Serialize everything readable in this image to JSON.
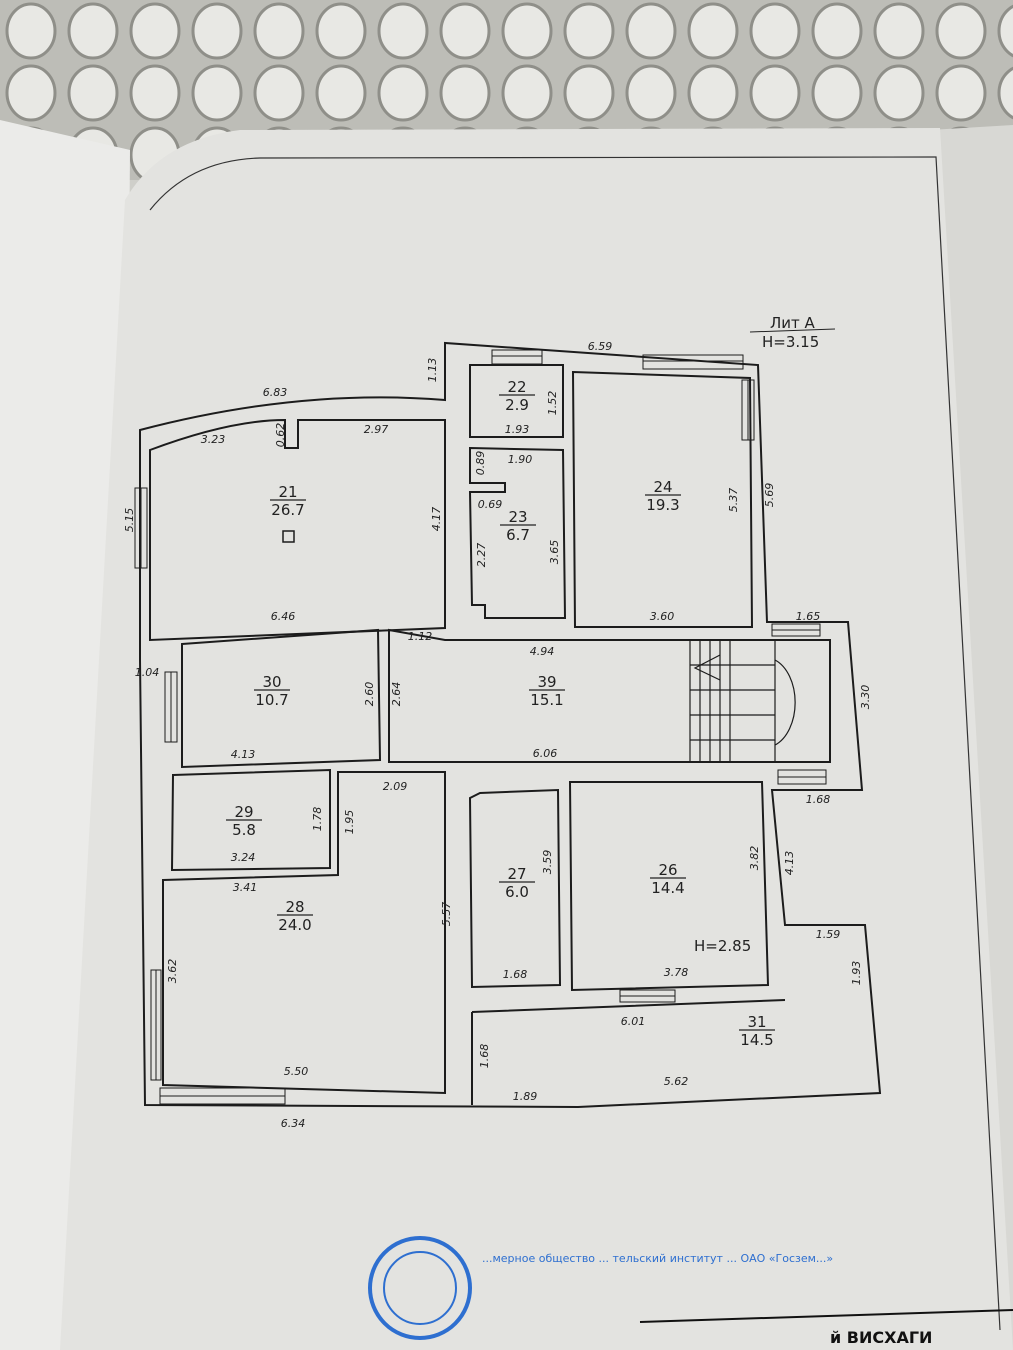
{
  "plan": {
    "lit": "Лит А",
    "height_main": "H=3.15",
    "height_room26": "H=2.85",
    "rooms": [
      {
        "number": "21",
        "area": "26.7"
      },
      {
        "number": "22",
        "area": "2.9"
      },
      {
        "number": "23",
        "area": "6.7"
      },
      {
        "number": "24",
        "area": "19.3"
      },
      {
        "number": "30",
        "area": "10.7"
      },
      {
        "number": "39",
        "area": "15.1"
      },
      {
        "number": "29",
        "area": "5.8"
      },
      {
        "number": "28",
        "area": "24.0"
      },
      {
        "number": "27",
        "area": "6.0"
      },
      {
        "number": "26",
        "area": "14.4"
      },
      {
        "number": "31",
        "area": "14.5"
      }
    ],
    "dimensions": [
      "6.83",
      "1.13",
      "6.59",
      "3.23",
      "0.62",
      "2.97",
      "1.93",
      "1.52",
      "1.90",
      "0.89",
      "0.69",
      "2.27",
      "3.65",
      "4.17",
      "5.37",
      "5.69",
      "5.15",
      "6.46",
      "1.12",
      "4.94",
      "3.60",
      "1.65",
      "1.04",
      "2.60",
      "2.64",
      "6.06",
      "4.13",
      "3.30",
      "2.09",
      "1.78",
      "1.95",
      "3.24",
      "1.68",
      "3.41",
      "3.59",
      "3.82",
      "4.13",
      "5.57",
      "1.59",
      "1.68",
      "3.78",
      "3.62",
      "1.93",
      "6.01",
      "1.68",
      "5.50",
      "1.89",
      "5.62",
      "6.34"
    ]
  },
  "stamp": {
    "text": "...мерное общество ... тельский институт ... ОАО «Госзем...»"
  },
  "footer": {
    "title_fragment": "й ВИСХАГИ"
  },
  "colors": {
    "paper": "#e3e3e0",
    "ink": "#1c1c1c",
    "stamp": "#2e6fd0",
    "fabric": "#cfcfca"
  }
}
